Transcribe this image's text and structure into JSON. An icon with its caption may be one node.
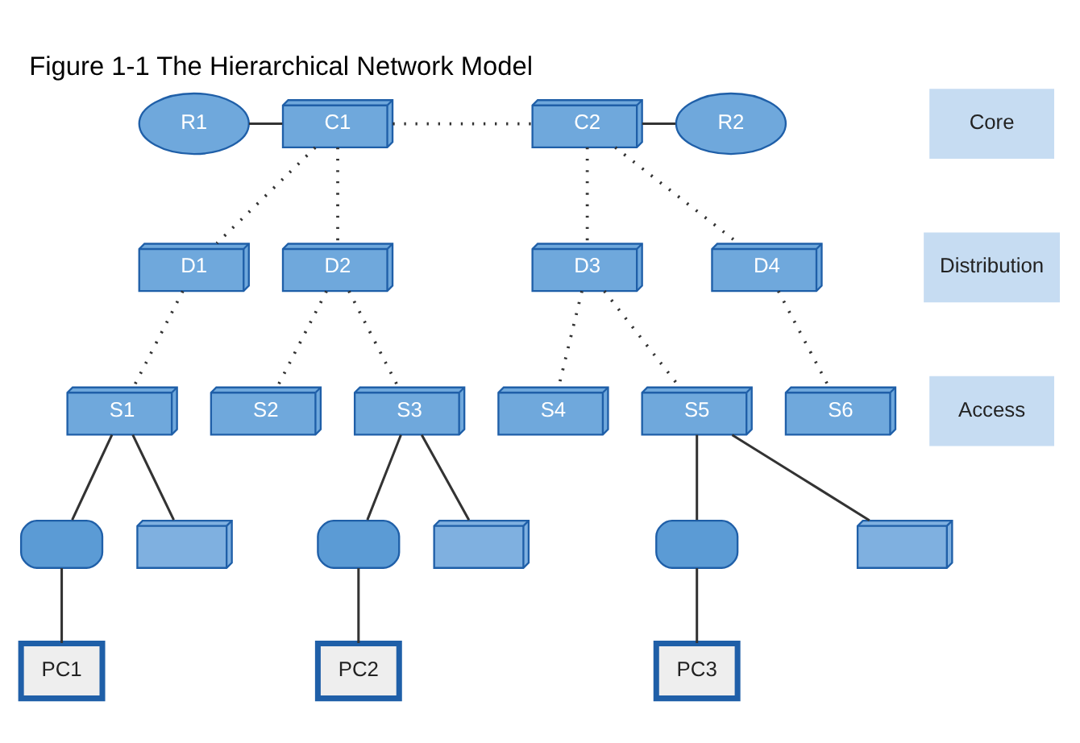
{
  "diagram": {
    "title": "Figure 1-1 The Hierarchical Network Model",
    "nodes": [
      {
        "text": [
          "R1"
        ]
      },
      {
        "text": [
          "C1"
        ]
      },
      {
        "text": [
          "C2"
        ]
      },
      {
        "text": [
          "R2"
        ]
      },
      {
        "text": [
          "Core"
        ]
      },
      {
        "text": [
          "D1"
        ]
      },
      {
        "text": [
          "D2"
        ]
      },
      {
        "text": [
          "D3"
        ]
      },
      {
        "text": [
          "D4"
        ]
      },
      {
        "text": [
          "Distribution"
        ]
      },
      {
        "text": [
          "S1"
        ]
      },
      {
        "text": [
          "S2"
        ]
      },
      {
        "text": [
          "S3"
        ]
      },
      {
        "text": [
          "S4"
        ]
      },
      {
        "text": [
          "S5"
        ]
      },
      {
        "text": [
          "S6"
        ]
      },
      {
        "text": [
          "Access"
        ]
      },
      {
        "text": [],
        "shape": "phone"
      },
      {
        "text": [],
        "shape": "printer"
      },
      {
        "text": [
          "PC1"
        ]
      },
      {
        "text": [],
        "shape": "phone"
      },
      {
        "text": [],
        "shape": "printer"
      },
      {
        "text": [
          "PC2"
        ]
      },
      {
        "text": [],
        "shape": "phone"
      },
      {
        "text": [],
        "shape": "printer"
      },
      {
        "text": [
          "PC3"
        ]
      }
    ],
    "edges": [
      {
        "from": 0,
        "to": 1,
        "arrow": "none"
      },
      {
        "from": 1,
        "to": 2,
        "arrow": "none",
        "style": "dashed"
      },
      {
        "from": 2,
        "to": 3,
        "arrow": "none"
      },
      {
        "from": 1,
        "to": 5,
        "arrow": "none",
        "style": "dashed"
      },
      {
        "from": 1,
        "to": 6,
        "arrow": "none",
        "style": "dashed"
      },
      {
        "from": 2,
        "to": 7,
        "arrow": "none",
        "style": "dashed"
      },
      {
        "from": 2,
        "to": 8,
        "arrow": "none",
        "style": "dashed"
      },
      {
        "from": 5,
        "to": 10,
        "arrow": "none",
        "style": "dashed"
      },
      {
        "from": 6,
        "to": 11,
        "arrow": "none",
        "style": "dashed"
      },
      {
        "from": 6,
        "to": 12,
        "arrow": "none",
        "style": "dashed"
      },
      {
        "from": 7,
        "to": 13,
        "arrow": "none",
        "style": "dashed"
      },
      {
        "from": 7,
        "to": 14,
        "arrow": "none",
        "style": "dashed"
      },
      {
        "from": 8,
        "to": 15,
        "arrow": "none",
        "style": "dashed"
      },
      {
        "from": 10,
        "to": 17,
        "arrow": "none"
      },
      {
        "from": 10,
        "to": 18,
        "arrow": "none"
      },
      {
        "from": 17,
        "to": 19,
        "arrow": "none"
      },
      {
        "from": 12,
        "to": 20,
        "arrow": "none"
      },
      {
        "from": 12,
        "to": 21,
        "arrow": "none"
      },
      {
        "from": 20,
        "to": 22,
        "arrow": "none"
      },
      {
        "from": 14,
        "to": 23,
        "arrow": "none"
      },
      {
        "from": 14,
        "to": 24,
        "arrow": "none"
      },
      {
        "from": 23,
        "to": 25,
        "arrow": "none"
      }
    ]
  }
}
